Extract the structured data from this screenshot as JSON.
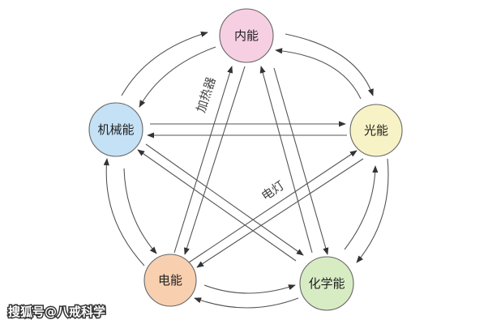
{
  "nodes": {
    "thermal": {
      "label": "内能",
      "color": "#f7cfe2"
    },
    "light": {
      "label": "光能",
      "color": "#f8f3c6"
    },
    "mechanical": {
      "label": "机械能",
      "color": "#c5e1f5"
    },
    "electric": {
      "label": "电能",
      "color": "#f8d0b0"
    },
    "chemical": {
      "label": "化学能",
      "color": "#d8ecc4"
    }
  },
  "edge_labels": {
    "heater": "加热器",
    "lamp": "电灯"
  },
  "watermark": "搜狐号@八戒科学",
  "colors": {
    "stroke": "#555555",
    "arrow": "#333333"
  }
}
